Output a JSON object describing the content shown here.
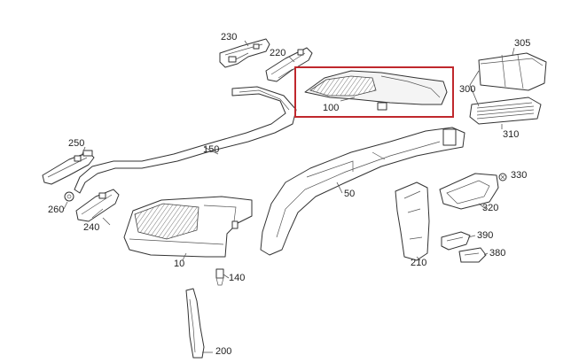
{
  "diagram": {
    "highlight_color": "#c0282d",
    "callouts": {
      "p10": "10",
      "p50": "50",
      "p100": "100",
      "p140": "140",
      "p150": "150",
      "p200": "200",
      "p210": "210",
      "p220": "220",
      "p230": "230",
      "p240": "240",
      "p250": "250",
      "p260": "260",
      "p300": "300",
      "p305": "305",
      "p310": "310",
      "p320": "320",
      "p330": "330",
      "p380": "380",
      "p390": "390"
    }
  }
}
